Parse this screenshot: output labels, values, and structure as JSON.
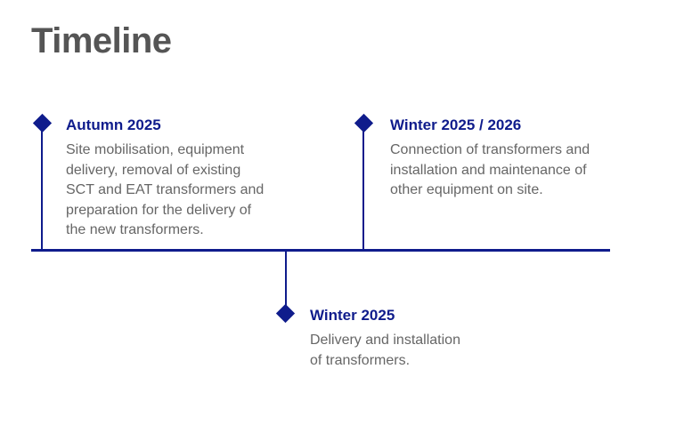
{
  "page": {
    "title": "Timeline"
  },
  "colors": {
    "accent": "#0f1c8c",
    "title_text": "#555555",
    "body_text": "#666666"
  },
  "events": [
    {
      "title": "Autumn 2025",
      "description": "Site mobilisation, equipment\ndelivery, removal of existing\nSCT and EAT transformers and\npreparation for the delivery of\nthe new transformers."
    },
    {
      "title": "Winter 2025",
      "description": "Delivery and installation\nof transformers."
    },
    {
      "title": "Winter 2025 / 2026",
      "description": "Connection of transformers and\ninstallation and maintenance of\nother equipment on site."
    }
  ]
}
